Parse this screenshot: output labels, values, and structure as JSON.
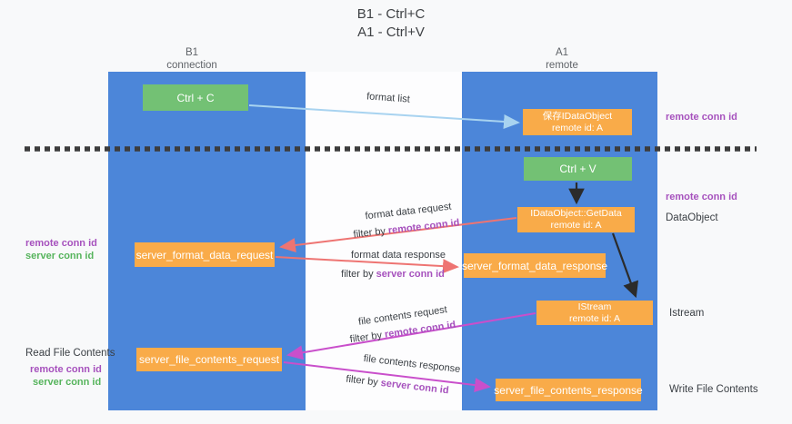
{
  "title": {
    "line1": "B1 - Ctrl+C",
    "line2": "A1 - Ctrl+V"
  },
  "lanes": {
    "left": {
      "name": "B1",
      "role": "connection"
    },
    "right": {
      "name": "A1",
      "role": "remote"
    }
  },
  "nodes": {
    "ctrl_c": {
      "label": "Ctrl + C"
    },
    "ctrl_v": {
      "label": "Ctrl + V"
    },
    "save_idataobject": {
      "line1": "保存IDataObject",
      "line2": "remote id: A"
    },
    "getdata": {
      "line1": "IDataObject::GetData",
      "line2": "remote id: A"
    },
    "istream": {
      "line1": "IStream",
      "line2": "remote id: A"
    },
    "server_format_data_request": {
      "label": "server_format_data_request"
    },
    "server_format_data_response": {
      "label": "server_format_data_response"
    },
    "server_file_contents_request": {
      "label": "server_file_contents_request"
    },
    "server_file_contents_response": {
      "label": "server_file_contents_response"
    }
  },
  "arrows": {
    "format_list": {
      "label": "format list",
      "color": "#a8d3f0"
    },
    "format_data_request": {
      "label": "format data request",
      "filter_prefix": "filter by ",
      "filter_key": "remote conn id",
      "color": "#ee7472"
    },
    "format_data_response": {
      "label": "format data response",
      "filter_prefix": "filter by ",
      "filter_key": "server conn id",
      "color": "#ee7472"
    },
    "file_contents_request": {
      "label": "file contents request",
      "filter_prefix": "filter by ",
      "filter_key": "remote conn id",
      "color": "#c94fcb"
    },
    "file_contents_response": {
      "label": "file contents response",
      "filter_prefix": "filter by ",
      "filter_key": "server conn id",
      "color": "#c94fcb"
    }
  },
  "side_labels": {
    "right_remote_conn_id_top": "remote conn id",
    "right_remote_conn_id_mid": "remote conn id",
    "right_dataobject": "DataObject",
    "right_istream": "Istream",
    "right_write_file_contents": "Write File Contents",
    "left_remote_conn_id_1": "remote conn id",
    "left_server_conn_id_1": "server conn id",
    "left_read_file_contents": "Read File Contents",
    "left_remote_conn_id_2": "remote conn id",
    "left_server_conn_id_2": "server conn id"
  },
  "colors": {
    "lane_blue": "#4c86d9",
    "node_green": "#73c174",
    "node_orange": "#f9ab49",
    "arrow_light_blue": "#a8d3f0",
    "arrow_salmon": "#ee7472",
    "arrow_magenta": "#c94fcb",
    "arrow_black": "#2b2b2b",
    "text_purple": "#a651bd",
    "text_green": "#56b45c",
    "dashed_line": "#3c3c3c",
    "background": "#f8f9fa"
  }
}
